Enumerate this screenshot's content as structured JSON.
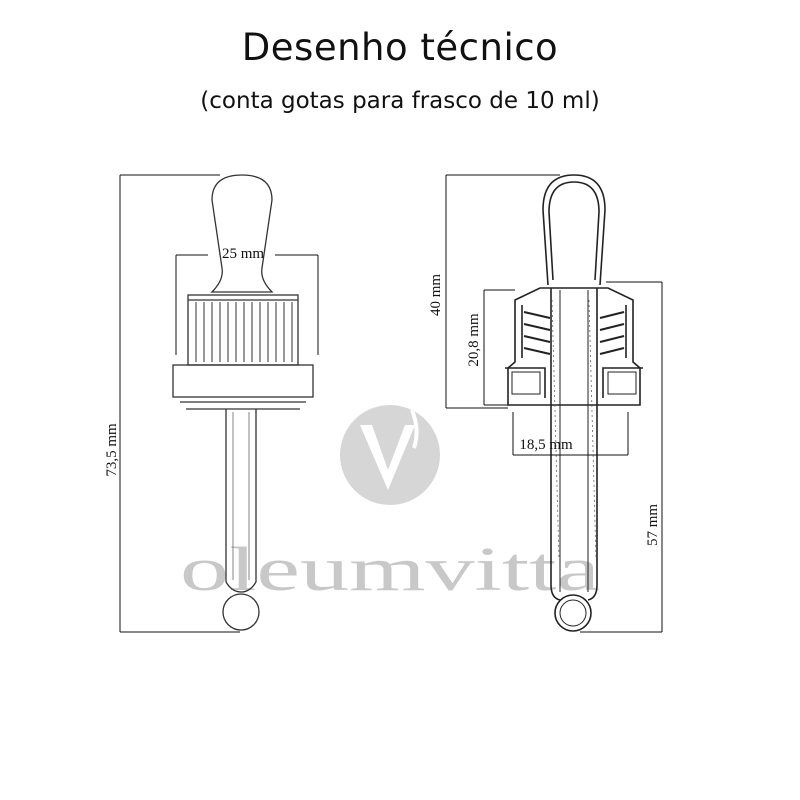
{
  "header": {
    "title": "Desenho técnico",
    "subtitle": "(conta gotas para frasco de 10 ml)"
  },
  "left_view": {
    "width_label": "25 mm",
    "height_label": "73,5 mm"
  },
  "right_view": {
    "top_height_label": "40 mm",
    "cap_height_label": "20,8 mm",
    "inner_width_label": "18,5 mm",
    "pipette_length_label": "57 mm"
  },
  "watermark": {
    "text": "oleumvitta",
    "color": "#c8c8c8"
  }
}
